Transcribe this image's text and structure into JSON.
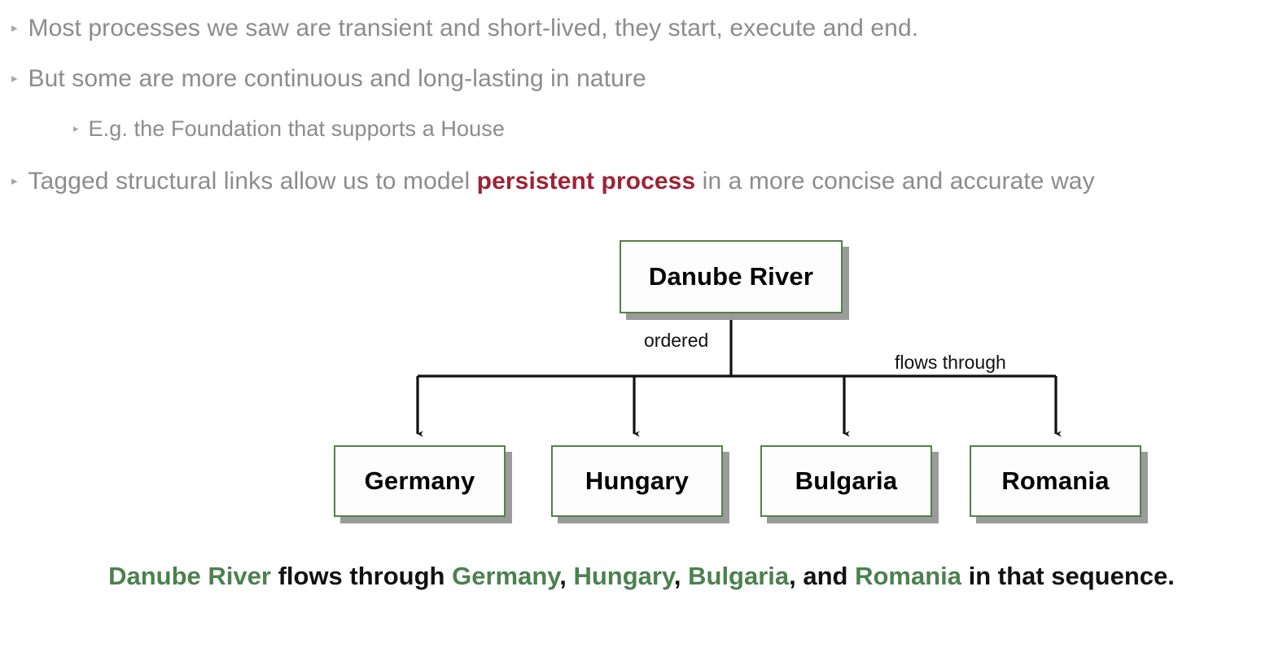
{
  "slide": {
    "bullets": [
      {
        "level": 1,
        "marker": "▸",
        "segments": [
          {
            "text": "Most processes we saw are transient and short-lived, they start, execute and end.",
            "style": "normal"
          }
        ]
      },
      {
        "level": 1,
        "marker": "▸",
        "segments": [
          {
            "text": "But some are more continuous and long-lasting in nature",
            "style": "normal"
          }
        ]
      },
      {
        "level": 2,
        "marker": "▸",
        "segments": [
          {
            "text": "E.g. the Foundation that supports a House",
            "style": "normal"
          }
        ]
      },
      {
        "level": 1,
        "marker": "▸",
        "segments": [
          {
            "text": "Tagged structural links allow us to model ",
            "style": "normal"
          },
          {
            "text": "persistent process",
            "style": "highlight-red"
          },
          {
            "text": " in a more concise and accurate way",
            "style": "normal"
          }
        ]
      }
    ],
    "diagram": {
      "root": {
        "label": "Danube River"
      },
      "children": [
        {
          "label": "Germany"
        },
        {
          "label": "Hungary"
        },
        {
          "label": "Bulgaria"
        },
        {
          "label": "Romania"
        }
      ],
      "edge_labels": {
        "ordered": "ordered",
        "flows_through": "flows through"
      }
    },
    "caption": {
      "segments": [
        {
          "text": "Danube River",
          "style": "green"
        },
        {
          "text": " flows through ",
          "style": "normal"
        },
        {
          "text": "Germany",
          "style": "green"
        },
        {
          "text": ", ",
          "style": "normal"
        },
        {
          "text": "Hungary",
          "style": "green"
        },
        {
          "text": ", ",
          "style": "normal"
        },
        {
          "text": "Bulgaria",
          "style": "green"
        },
        {
          "text": ", and ",
          "style": "normal"
        },
        {
          "text": "Romania",
          "style": "green"
        },
        {
          "text": " in that sequence.",
          "style": "normal"
        }
      ]
    },
    "colors": {
      "body_text": "#8c8c8c",
      "highlight_red": "#9d2335",
      "node_border_green": "#538147",
      "caption_green": "#4c8050",
      "shadow_gray": "#9b9b9b",
      "connector_black": "#111111"
    }
  }
}
